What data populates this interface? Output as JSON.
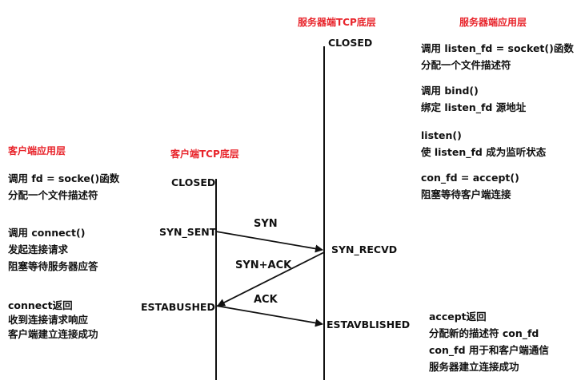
{
  "headers": {
    "server_tcp": "服务器端TCP底层",
    "server_app": "服务器端应用层",
    "client_app": "客户端应用层",
    "client_tcp": "客户端TCP底层"
  },
  "states": {
    "server_closed": "CLOSED",
    "client_closed": "CLOSED",
    "syn_sent": "SYN_SENT",
    "syn_recvd": "SYN_RECVD",
    "client_established": "ESTABUSHED",
    "server_established": "ESTAVBLISHED"
  },
  "messages": {
    "syn": "SYN",
    "syn_ack": "SYN+ACK",
    "ack": "ACK"
  },
  "server_notes": {
    "socket": [
      "调用 listen_fd = socket()函数",
      "分配一个文件描述符"
    ],
    "bind": [
      "调用 bind()",
      "绑定 listen_fd 源地址"
    ],
    "listen": [
      "listen()",
      "使 listen_fd 成为监听状态"
    ],
    "accept": [
      "con_fd = accept()",
      "阻塞等待客户端连接"
    ],
    "accept_return": [
      "accept返回",
      "分配新的描述符 con_fd",
      "con_fd 用于和客户端通信",
      "服务器建立连接成功"
    ]
  },
  "client_notes": {
    "socket": [
      "调用  fd = socke()函数",
      "分配一个文件描述符"
    ],
    "connect": [
      "调用 connect()",
      "发起连接请求",
      "阻塞等待服务器应答"
    ],
    "connect_return": [
      "connect返回",
      "收到连接请求响应",
      "客户端建立连接成功"
    ]
  },
  "colors": {
    "header_red": "#e8242b",
    "ink": "#111111"
  }
}
